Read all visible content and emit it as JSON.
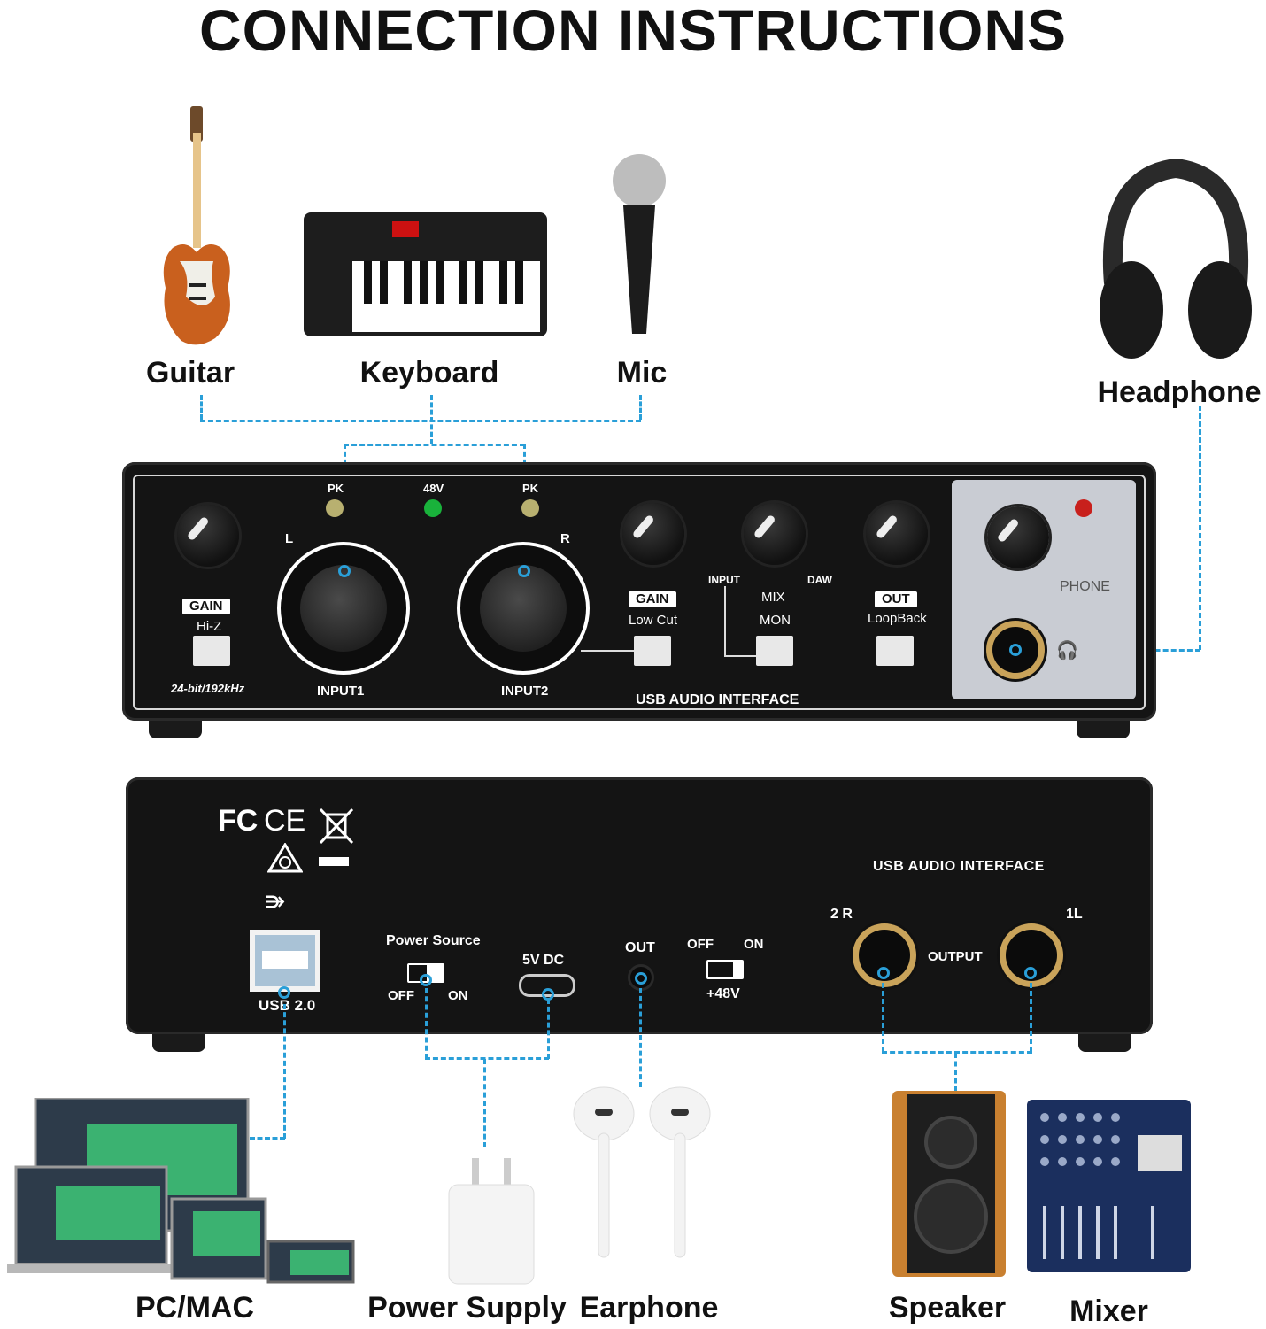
{
  "title": "CONNECTION INSTRUCTIONS",
  "inputs": {
    "guitar": "Guitar",
    "keyboard": "Keyboard",
    "mic": "Mic",
    "headphone": "Headphone"
  },
  "front_panel": {
    "pk_left": "PK",
    "led_48v": "48V",
    "pk_right": "PK",
    "channel_l": "L",
    "channel_r": "R",
    "gain_tag_1": "GAIN",
    "hiz_label": "Hi-Z",
    "spec_label": "24-bit/192kHz",
    "input1": "INPUT1",
    "input2": "INPUT2",
    "gain_tag_2": "GAIN",
    "lowcut_label": "Low Cut",
    "mix_input": "INPUT",
    "mix_daw": "DAW",
    "mix_label": "MIX",
    "mon_label": "MON",
    "out_tag": "OUT",
    "loopback_label": "LoopBack",
    "phone_label": "PHONE",
    "brand_strip": "USB AUDIO INTERFACE",
    "colors": {
      "led_48v": "#19b23b",
      "led_pk": "#b8b070",
      "led_phone": "#c8201c",
      "phone_panel": "#c9ccd3"
    }
  },
  "rear_panel": {
    "cert_fc": "FC",
    "cert_ce": "CE",
    "usb_label": "USB 2.0",
    "power_source_label": "Power Source",
    "ps_off": "OFF",
    "ps_on": "ON",
    "dc_label": "5V DC",
    "out_label": "OUT",
    "phantom_off": "OFF",
    "phantom_on": "ON",
    "phantom_label": "+48V",
    "brand_label": "USB AUDIO INTERFACE",
    "output_r": "2 R",
    "output_l": "1L",
    "output_label": "OUTPUT"
  },
  "outputs": {
    "pc": "PC/MAC",
    "power": "Power Supply",
    "earphone": "Earphone",
    "speaker": "Speaker",
    "mixer": "Mixer"
  },
  "colors": {
    "connector_line": "#2a9fd8",
    "panel": "#141414"
  }
}
